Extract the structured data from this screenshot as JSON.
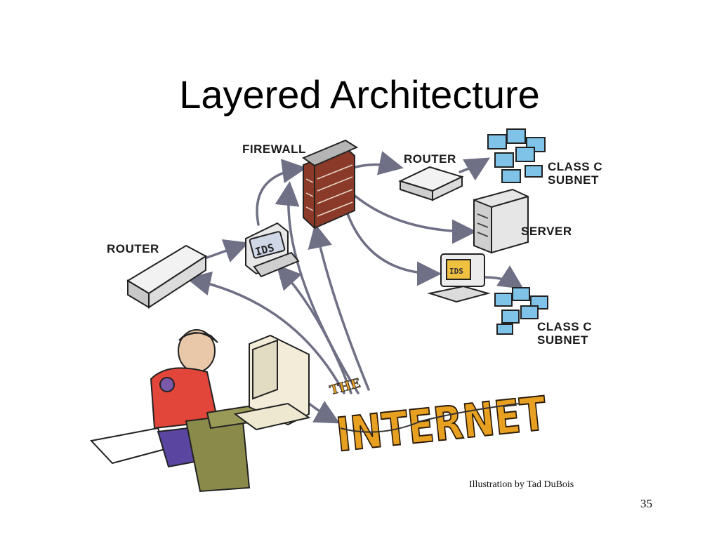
{
  "slide": {
    "title": "Layered Architecture",
    "page_number": "35",
    "credit": "Illustration by Tad DuBois"
  },
  "diagram": {
    "labels": {
      "firewall": "FIREWALL",
      "router_left": "ROUTER",
      "router_top": "ROUTER",
      "server": "SERVER",
      "ids_box": "IDS",
      "ids_monitor": "IDS",
      "subnet_top_line1": "CLASS C",
      "subnet_top_line2": "SUBNET",
      "subnet_bottom_line1": "CLASS C",
      "subnet_bottom_line2": "SUBNET",
      "internet_the": "THE",
      "internet": "INTERNET"
    },
    "colors": {
      "arrow": "#6f6f86",
      "brick": "#8b3a2a",
      "internet_orange": "#e8a020",
      "screen_blue": "#7fc4e8"
    }
  }
}
